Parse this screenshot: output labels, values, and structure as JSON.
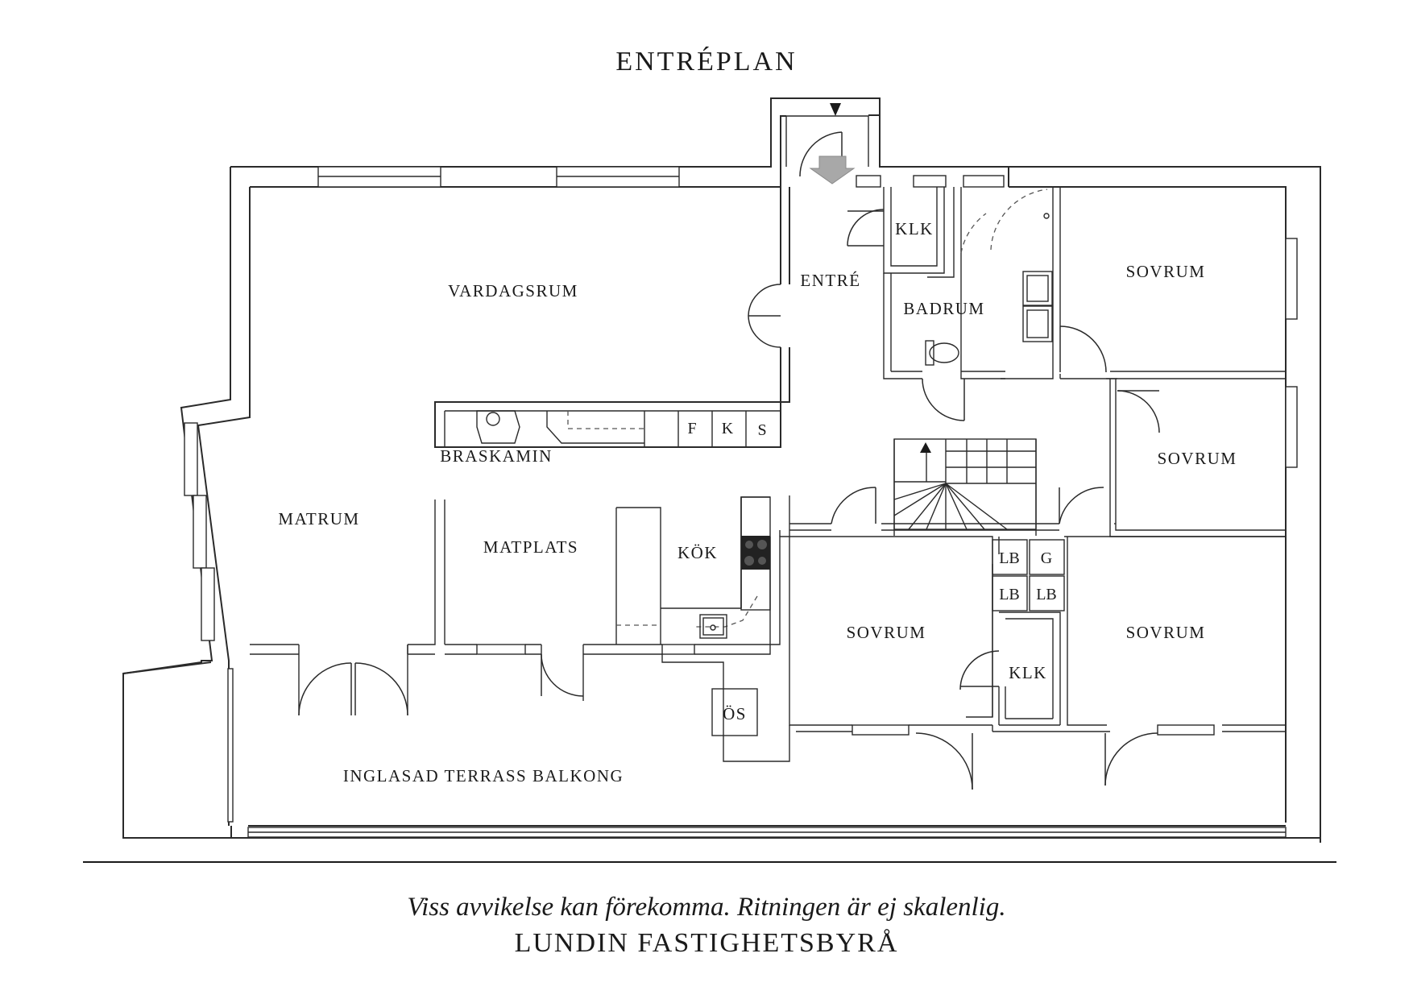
{
  "title": "ENTRÉPLAN",
  "rooms": {
    "vardagsrum": "VARDAGSRUM",
    "entre": "ENTRÉ",
    "klk_top": "KLK",
    "badrum": "BADRUM",
    "sovrum_1": "SOVRUM",
    "sovrum_2": "SOVRUM",
    "sovrum_3": "SOVRUM",
    "sovrum_4": "SOVRUM",
    "braskamin": "BRASKAMIN",
    "matrum": "MATRUM",
    "matplats": "MATPLATS",
    "kok": "KÖK",
    "os": "ÖS",
    "klk_bottom": "KLK",
    "terrass": "INGLASAD TERRASS BALKONG"
  },
  "storage": {
    "f": "F",
    "k": "K",
    "s": "S",
    "lb_1": "LB",
    "g": "G",
    "lb_2": "LB",
    "lb_3": "LB"
  },
  "footer": {
    "disclaimer": "Viss avvikelse kan förekomma. Ritningen är ej skalenlig.",
    "brand": "LUNDIN FASTIGHETSBYRÅ"
  },
  "colors": {
    "line": "#2a2a2a",
    "entrance_arrow": "#a8a8a8",
    "stove": "#222222"
  }
}
